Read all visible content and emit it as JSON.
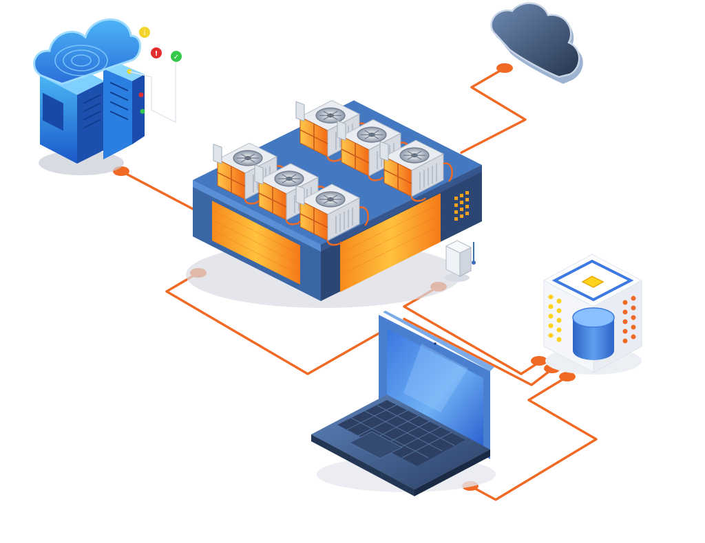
{
  "diagram": {
    "nodes": [
      {
        "id": "cloud-server-stack",
        "icon": "cloud-server-icon"
      },
      {
        "id": "cloud",
        "icon": "cloud-icon"
      },
      {
        "id": "cooling-facility",
        "icon": "rooftop-hvac-building-icon"
      },
      {
        "id": "laptop",
        "icon": "laptop-icon"
      },
      {
        "id": "database-cube",
        "icon": "database-cube-icon"
      },
      {
        "id": "wall-sensor",
        "icon": "wall-sensor-icon"
      }
    ],
    "status_indicators": [
      {
        "icon": "warning-icon",
        "symbol": "i",
        "color": "#f2d42b"
      },
      {
        "icon": "alert-icon",
        "symbol": "!",
        "color": "#e12d2d"
      },
      {
        "icon": "check-icon",
        "symbol": "✓",
        "color": "#35c84a"
      }
    ]
  },
  "colors": {
    "connector": "#f06a25",
    "server_blue": "#1f6fd6",
    "building_top": "#3f6fb4",
    "building_side": "#2e4a78",
    "panel_orange": "#f7891f",
    "panel_yellow": "#ffc94a",
    "cloud_dark": "#3c4f70"
  }
}
